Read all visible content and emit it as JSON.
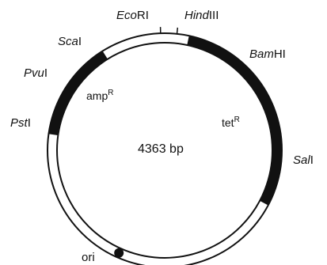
{
  "plasmid": {
    "size_label": "4363 bp",
    "colors": {
      "ring": "#111111",
      "gene_fill": "#111111",
      "background": "#ffffff"
    },
    "restriction_sites": [
      {
        "id": "ecori",
        "italic": "Eco",
        "roman": "RI"
      },
      {
        "id": "hindiii",
        "italic": "Hind",
        "roman": "III"
      },
      {
        "id": "bamhi",
        "italic": "Bam",
        "roman": "HI"
      },
      {
        "id": "sali",
        "italic": "Sal",
        "roman": "I"
      },
      {
        "id": "psti",
        "italic": "Pst",
        "roman": "I"
      },
      {
        "id": "pvui",
        "italic": "Pvu",
        "roman": "I"
      },
      {
        "id": "scai",
        "italic": "Sca",
        "roman": "I"
      }
    ],
    "genes": [
      {
        "id": "ampr",
        "name": "amp",
        "superscript": "R"
      },
      {
        "id": "tetr",
        "name": "tet",
        "superscript": "R"
      }
    ],
    "features": [
      {
        "id": "ori",
        "label": "ori"
      }
    ]
  }
}
